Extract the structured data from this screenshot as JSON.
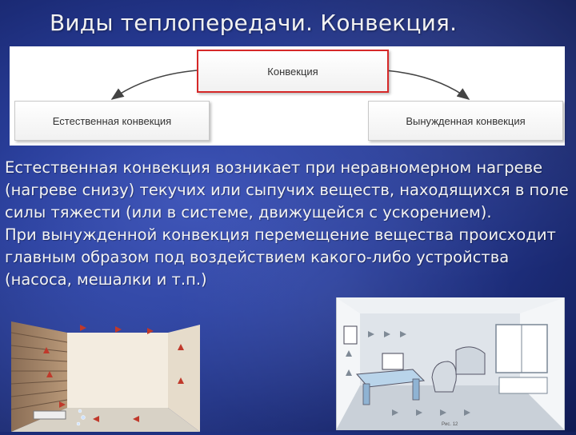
{
  "title": "Виды теплопередачи. Конвекция.",
  "diagram": {
    "root": "Конвекция",
    "left": "Естественная конвекция",
    "right": "Вынужденная конвекция"
  },
  "body": {
    "natural": "Естественная конвекция возникает при неравномерном нагреве (нагреве снизу) текучих или сыпучих веществ, находящихся в поле силы тяжести (или в системе, движущейся с ускорением).",
    "forced": "При вынужденной конвекция перемещение вещества происходит главным образом под воздействием какого-либо устройства (насоса, мешалки и т.п.)"
  },
  "illustrations": {
    "left": "room-natural-convection",
    "right": "room-forced-convection",
    "right_caption": "Рис. 12"
  },
  "colors": {
    "accent_border": "#d62828",
    "arrow": "#444444",
    "text": "#f3f3f3",
    "convection_arrow": "#c0392b"
  }
}
